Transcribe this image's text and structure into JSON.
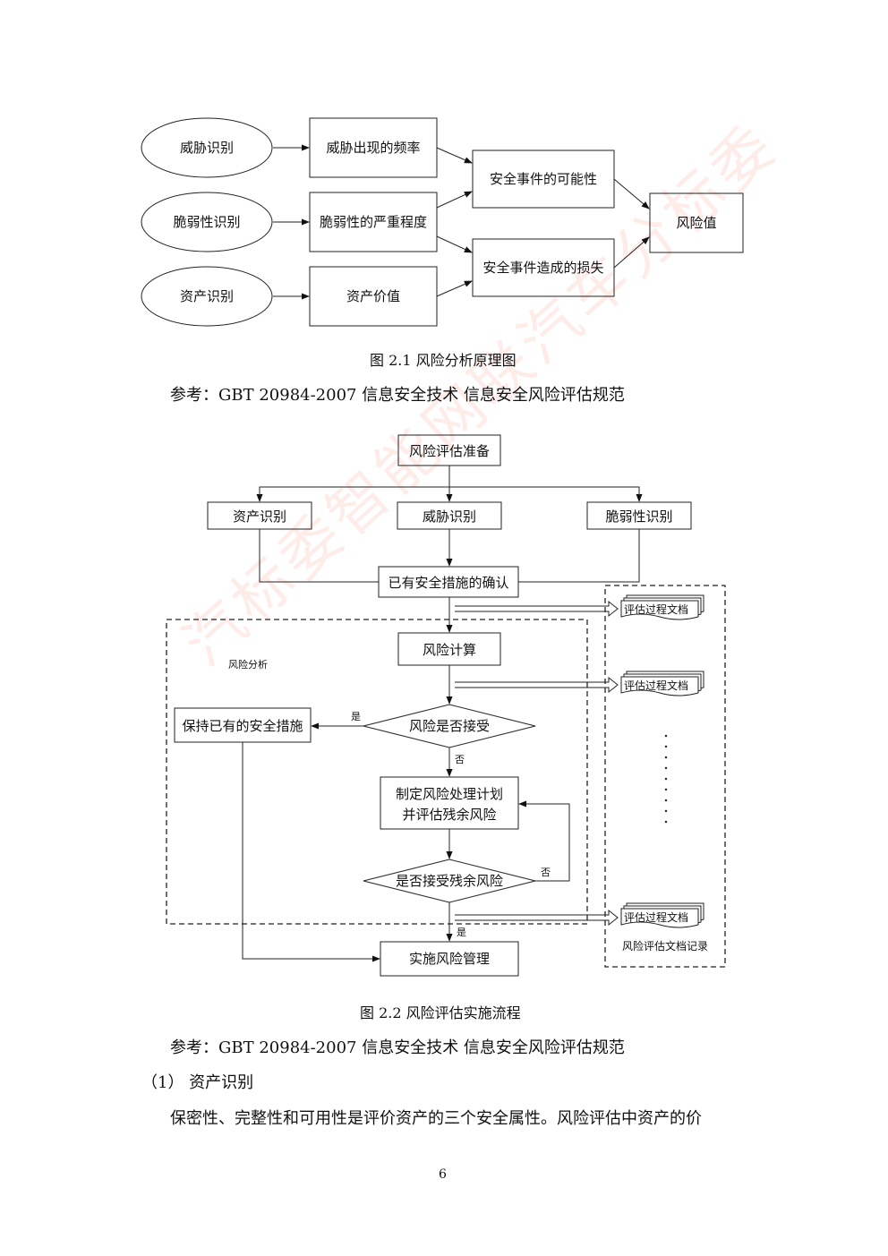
{
  "figure1": {
    "nodes": {
      "threat_id": "威胁识别",
      "vuln_id": "脆弱性识别",
      "asset_id": "资产识别",
      "threat_freq": "威胁出现的频率",
      "vuln_severity": "脆弱性的严重程度",
      "asset_value": "资产价值",
      "event_prob": "安全事件的可能性",
      "event_loss": "安全事件造成的损失",
      "risk_value": "风险值"
    },
    "caption": "图 2.1 风险分析原理图"
  },
  "reference1": "参考：GBT 20984-2007  信息安全技术  信息安全风险评估规范",
  "figure2": {
    "prep": "风险评估准备",
    "asset_id": "资产识别",
    "threat_id": "威胁识别",
    "vuln_id": "脆弱性识别",
    "confirm": "已有安全措施的确认",
    "region_label": "风险分析",
    "calc": "风险计算",
    "accept": "风险是否接受",
    "keep": "保持已有的安全措施",
    "plan_line1": "制定风险处理计划",
    "plan_line2": "并评估残余风险",
    "accept_residual": "是否接受残余风险",
    "implement": "实施风险管理",
    "yes": "是",
    "no": "否",
    "doc1": "评估过程文档",
    "doc2": "评估过程文档",
    "doc3": "评估过程文档",
    "doc_record": "风险评估文档记录",
    "caption": "图 2.2 风险评估实施流程"
  },
  "reference2": "参考：GBT 20984-2007  信息安全技术  信息安全风险评估规范",
  "section_heading": "（1）  资产识别",
  "body_text": "保密性、完整性和可用性是评价资产的三个安全属性。风险评估中资产的价",
  "page_number": "6",
  "watermark": "汽标委智能网联汽车分标委"
}
